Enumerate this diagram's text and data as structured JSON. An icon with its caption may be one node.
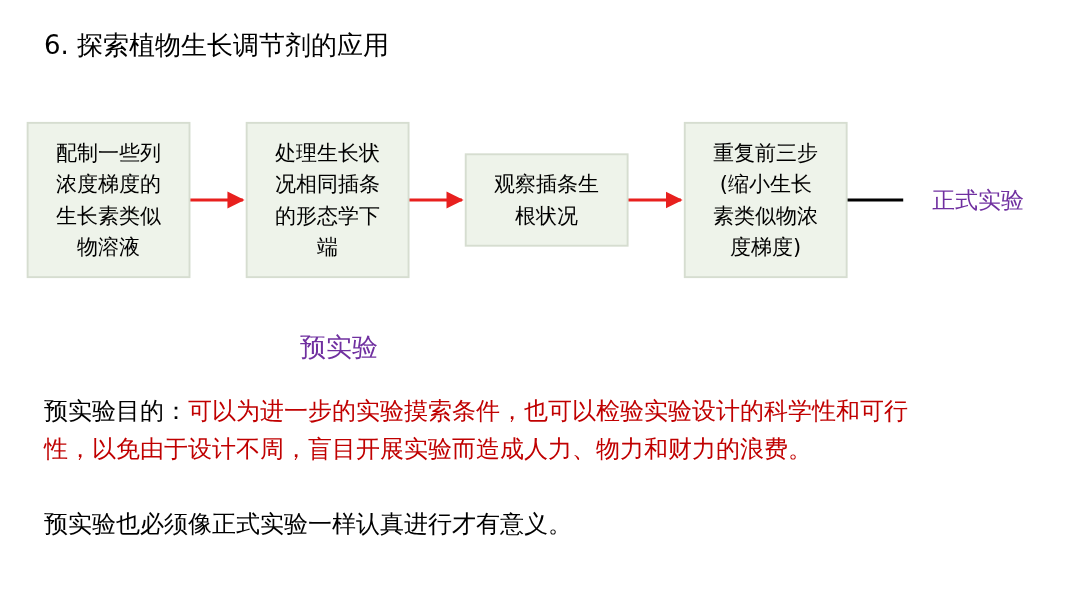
{
  "diagram": {
    "title": "6. 探索植物生长调节剂的应用",
    "nodes": [
      {
        "text": [
          "配制一些列浓度梯度的生长素类似物溶液"
        ]
      },
      {
        "text": [
          "处理生长状况相同插条的形态学下端"
        ]
      },
      {
        "text": [
          "观察插条生根状况"
        ]
      },
      {
        "text": [
          "重复前三步(缩小生长素类似物浓度梯度)"
        ]
      },
      {
        "text": [
          "正式实验"
        ]
      }
    ],
    "edges": [
      {
        "from": 0,
        "to": 1,
        "arrow": "to",
        "color": "#e8201e"
      },
      {
        "from": 1,
        "to": 2,
        "arrow": "to",
        "color": "#e8201e"
      },
      {
        "from": 2,
        "to": 3,
        "arrow": "to",
        "color": "#e8201e"
      },
      {
        "from": 3,
        "to": 4,
        "arrow": "none",
        "color": "#000000"
      }
    ],
    "labels": [
      "预实验",
      "预实验目的：",
      "可以为进一步的实验摸索条件，也可以检验实验设计的科学性和可行性，以免由于设计不周，盲目开展实验而造成人力、物力和财力的浪费。",
      "预实验也必须像正式实验一样认真进行才有意义。"
    ]
  }
}
